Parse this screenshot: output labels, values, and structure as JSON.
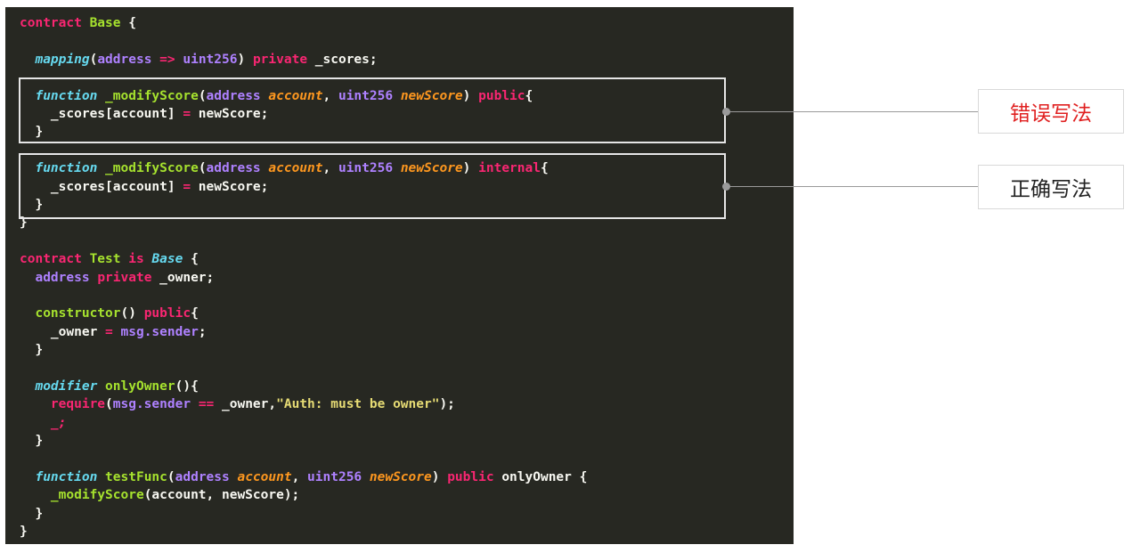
{
  "code_lines": [
    [
      {
        "t": "contract",
        "c": "kw"
      },
      {
        "t": " "
      },
      {
        "t": "Base",
        "c": "cls"
      },
      {
        "t": " {"
      }
    ],
    [],
    [
      {
        "t": "  "
      },
      {
        "t": "mapping",
        "c": "decl"
      },
      {
        "t": "("
      },
      {
        "t": "address",
        "c": "type"
      },
      {
        "t": " "
      },
      {
        "t": "=>",
        "c": "kw"
      },
      {
        "t": " "
      },
      {
        "t": "uint256",
        "c": "type"
      },
      {
        "t": ") "
      },
      {
        "t": "private",
        "c": "kw"
      },
      {
        "t": " _scores;"
      }
    ],
    [],
    [
      {
        "t": "  "
      },
      {
        "t": "function",
        "c": "decl"
      },
      {
        "t": " "
      },
      {
        "t": "_modifyScore",
        "c": "fn"
      },
      {
        "t": "("
      },
      {
        "t": "address",
        "c": "type"
      },
      {
        "t": " "
      },
      {
        "t": "account",
        "c": "param"
      },
      {
        "t": ", "
      },
      {
        "t": "uint256",
        "c": "type"
      },
      {
        "t": " "
      },
      {
        "t": "newScore",
        "c": "param"
      },
      {
        "t": ") "
      },
      {
        "t": "public",
        "c": "kw"
      },
      {
        "t": "{"
      }
    ],
    [
      {
        "t": "    _scores[account] "
      },
      {
        "t": "=",
        "c": "kw"
      },
      {
        "t": " newScore;"
      }
    ],
    [
      {
        "t": "  }"
      }
    ],
    [],
    [
      {
        "t": "  "
      },
      {
        "t": "function",
        "c": "decl"
      },
      {
        "t": " "
      },
      {
        "t": "_modifyScore",
        "c": "fn"
      },
      {
        "t": "("
      },
      {
        "t": "address",
        "c": "type"
      },
      {
        "t": " "
      },
      {
        "t": "account",
        "c": "param"
      },
      {
        "t": ", "
      },
      {
        "t": "uint256",
        "c": "type"
      },
      {
        "t": " "
      },
      {
        "t": "newScore",
        "c": "param"
      },
      {
        "t": ") "
      },
      {
        "t": "internal",
        "c": "kw"
      },
      {
        "t": "{"
      }
    ],
    [
      {
        "t": "    _scores[account] "
      },
      {
        "t": "=",
        "c": "kw"
      },
      {
        "t": " newScore;"
      }
    ],
    [
      {
        "t": "  }"
      }
    ],
    [
      {
        "t": "}"
      }
    ],
    [],
    [
      {
        "t": "contract",
        "c": "kw"
      },
      {
        "t": " "
      },
      {
        "t": "Test",
        "c": "cls"
      },
      {
        "t": " "
      },
      {
        "t": "is",
        "c": "kw"
      },
      {
        "t": " "
      },
      {
        "t": "Base",
        "c": "decl"
      },
      {
        "t": " {"
      }
    ],
    [
      {
        "t": "  "
      },
      {
        "t": "address",
        "c": "type"
      },
      {
        "t": " "
      },
      {
        "t": "private",
        "c": "kw"
      },
      {
        "t": " _owner;"
      }
    ],
    [],
    [
      {
        "t": "  "
      },
      {
        "t": "constructor",
        "c": "fn"
      },
      {
        "t": "() "
      },
      {
        "t": "public",
        "c": "kw"
      },
      {
        "t": "{"
      }
    ],
    [
      {
        "t": "    _owner "
      },
      {
        "t": "=",
        "c": "kw"
      },
      {
        "t": " "
      },
      {
        "t": "msg.sender",
        "c": "type"
      },
      {
        "t": ";"
      }
    ],
    [
      {
        "t": "  }"
      }
    ],
    [],
    [
      {
        "t": "  "
      },
      {
        "t": "modifier",
        "c": "decl"
      },
      {
        "t": " "
      },
      {
        "t": "onlyOwner",
        "c": "fn"
      },
      {
        "t": "(){"
      }
    ],
    [
      {
        "t": "    "
      },
      {
        "t": "require",
        "c": "kw"
      },
      {
        "t": "("
      },
      {
        "t": "msg.sender",
        "c": "type"
      },
      {
        "t": " "
      },
      {
        "t": "==",
        "c": "kw"
      },
      {
        "t": " _owner,"
      },
      {
        "t": "\"Auth: must be owner\"",
        "c": "str"
      },
      {
        "t": ");"
      }
    ],
    [
      {
        "t": "    "
      },
      {
        "t": "_;",
        "c": "kwi"
      }
    ],
    [
      {
        "t": "  }"
      }
    ],
    [],
    [
      {
        "t": "  "
      },
      {
        "t": "function",
        "c": "decl"
      },
      {
        "t": " "
      },
      {
        "t": "testFunc",
        "c": "fn"
      },
      {
        "t": "("
      },
      {
        "t": "address",
        "c": "type"
      },
      {
        "t": " "
      },
      {
        "t": "account",
        "c": "param"
      },
      {
        "t": ", "
      },
      {
        "t": "uint256",
        "c": "type"
      },
      {
        "t": " "
      },
      {
        "t": "newScore",
        "c": "param"
      },
      {
        "t": ") "
      },
      {
        "t": "public",
        "c": "kw"
      },
      {
        "t": " onlyOwner {"
      }
    ],
    [
      {
        "t": "    "
      },
      {
        "t": "_modifyScore",
        "c": "fn"
      },
      {
        "t": "(account, newScore);"
      }
    ],
    [
      {
        "t": "  }"
      }
    ],
    [
      {
        "t": "}"
      }
    ]
  ],
  "annotations": {
    "wrong_label": "错误写法",
    "right_label": "正确写法"
  },
  "colors": {
    "editor_bg": "#272822",
    "keyword": "#f92672",
    "class_name": "#a6e22e",
    "type": "#ae81ff",
    "declaration": "#66d9ef",
    "parameter": "#fd971f",
    "string": "#e6db74",
    "wrong_label_text": "#e02020"
  }
}
